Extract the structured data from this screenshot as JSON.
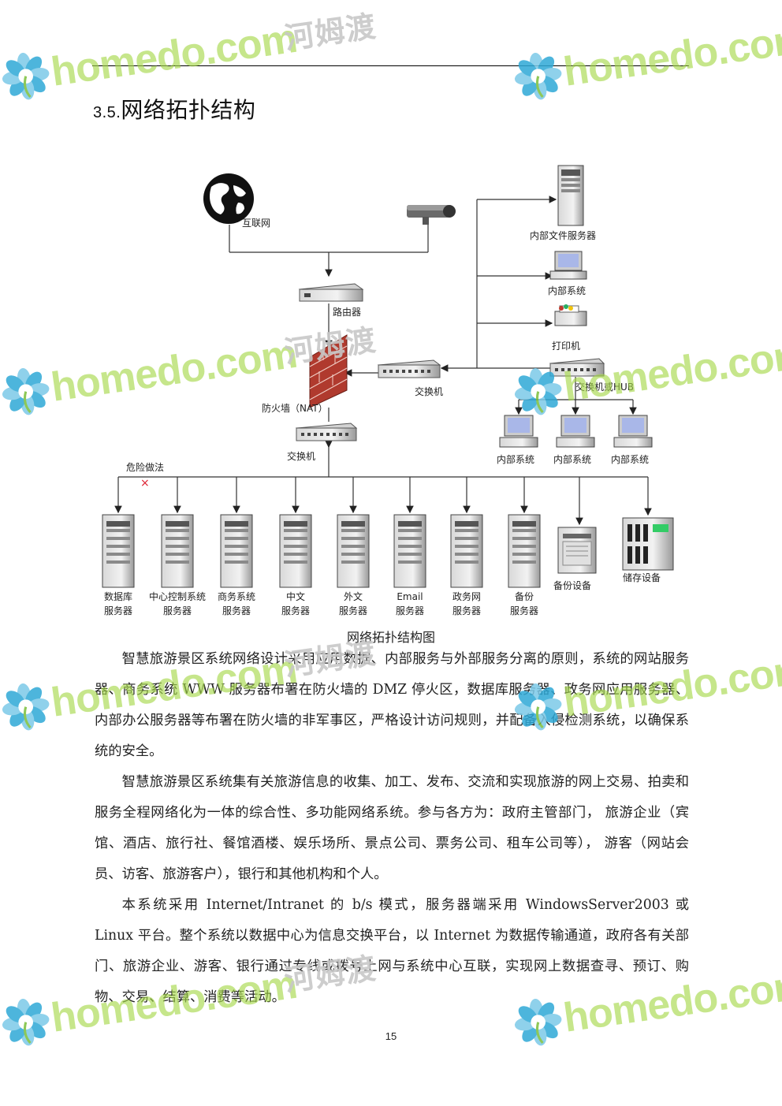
{
  "section": {
    "number": "3.5.",
    "title": "网络拓扑结构"
  },
  "diagram": {
    "labels": {
      "internet": "互联网",
      "router": "路由器",
      "firewall": "防火墙（NAT）",
      "switch_center": "交换机",
      "switch_main": "交换机",
      "switch_hub": "交换机或HUB",
      "danger": "危险做法",
      "internal_file_server": "内部文件服务器",
      "internal_system_top": "内部系统",
      "printer": "打印机",
      "internal_system_1": "内部系统",
      "internal_system_2": "内部系统",
      "internal_system_3": "内部系统",
      "backup_device": "备份设备",
      "storage_device": "储存设备"
    },
    "servers": [
      {
        "line1": "数据库",
        "line2": "服务器"
      },
      {
        "line1": "中心控制系统",
        "line2": "服务器"
      },
      {
        "line1": "商务系统",
        "line2": "服务器"
      },
      {
        "line1": "中文",
        "line2": "服务器"
      },
      {
        "line1": "外文",
        "line2": "服务器"
      },
      {
        "line1": "Email",
        "line2": "服务器"
      },
      {
        "line1": "政务网",
        "line2": "服务器"
      },
      {
        "line1": "备份",
        "line2": "服务器"
      }
    ]
  },
  "caption": "网络拓扑结构图",
  "paragraphs": [
    "智慧旅游景区系统网络设计采用应用数据、内部服务与外部服务分离的原则，系统的网站服务器、商务系统 WWW 服务器布署在防火墙的 DMZ 停火区，数据库服务器、政务网应用服务器、内部办公服务器等布署在防火墙的非军事区，严格设计访问规则，并配备入侵检测系统，以确保系统的安全。",
    "智慧旅游景区系统集有关旅游信息的收集、加工、发布、交流和实现旅游的网上交易、拍卖和服务全程网络化为一体的综合性、多功能网络系统。参与各方为：政府主管部门， 旅游企业（宾馆、酒店、旅行社、餐馆酒楼、娱乐场所、景点公司、票务公司、租车公司等）， 游客（网站会员、访客、旅游客户），银行和其他机构和个人。",
    "本系统采用 Internet/Intranet 的 b/s 模式，服务器端采用 WindowsServer2003 或 Linux 平台。整个系统以数据中心为信息交换平台，以 Internet 为数据传输通道，政府各有关部门、旅游企业、游客、银行通过专线或拨号上网与系统中心互联，实现网上数据查寻、预订、购物、交易、结算、消费等活动。"
  ],
  "page_number": "15",
  "watermark": {
    "latin": "homedo.com",
    "cjk": "河姆渡"
  },
  "colors": {
    "wm_green": "#a6d84a",
    "wm_blue": "#2fa9d6",
    "firewall_red": "#c0392b"
  }
}
